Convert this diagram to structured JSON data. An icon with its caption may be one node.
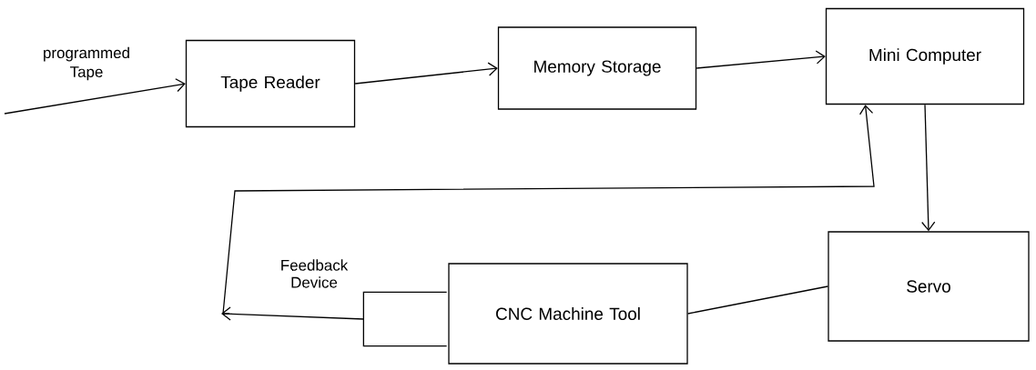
{
  "diagram": {
    "nodes": [
      {
        "text": [
          "Tape Reader"
        ]
      },
      {
        "text": [
          "Memory Storage"
        ]
      },
      {
        "text": [
          "Mini Computer"
        ]
      },
      {
        "text": [
          "Servo"
        ]
      },
      {
        "text": [
          "CNC Machine Tool"
        ]
      },
      {
        "text": [
          "Feedback Device"
        ]
      }
    ],
    "edges": [
      {
        "from": null,
        "to": 0,
        "arrow": "to",
        "label": "programmed Tape"
      },
      {
        "from": 0,
        "to": 1,
        "arrow": "to"
      },
      {
        "from": 1,
        "to": 2,
        "arrow": "to"
      },
      {
        "from": 2,
        "to": 3,
        "arrow": "to"
      },
      {
        "from": 3,
        "to": 4,
        "arrow": "none"
      },
      {
        "from": 5,
        "to": 2,
        "arrow": "to"
      }
    ]
  }
}
